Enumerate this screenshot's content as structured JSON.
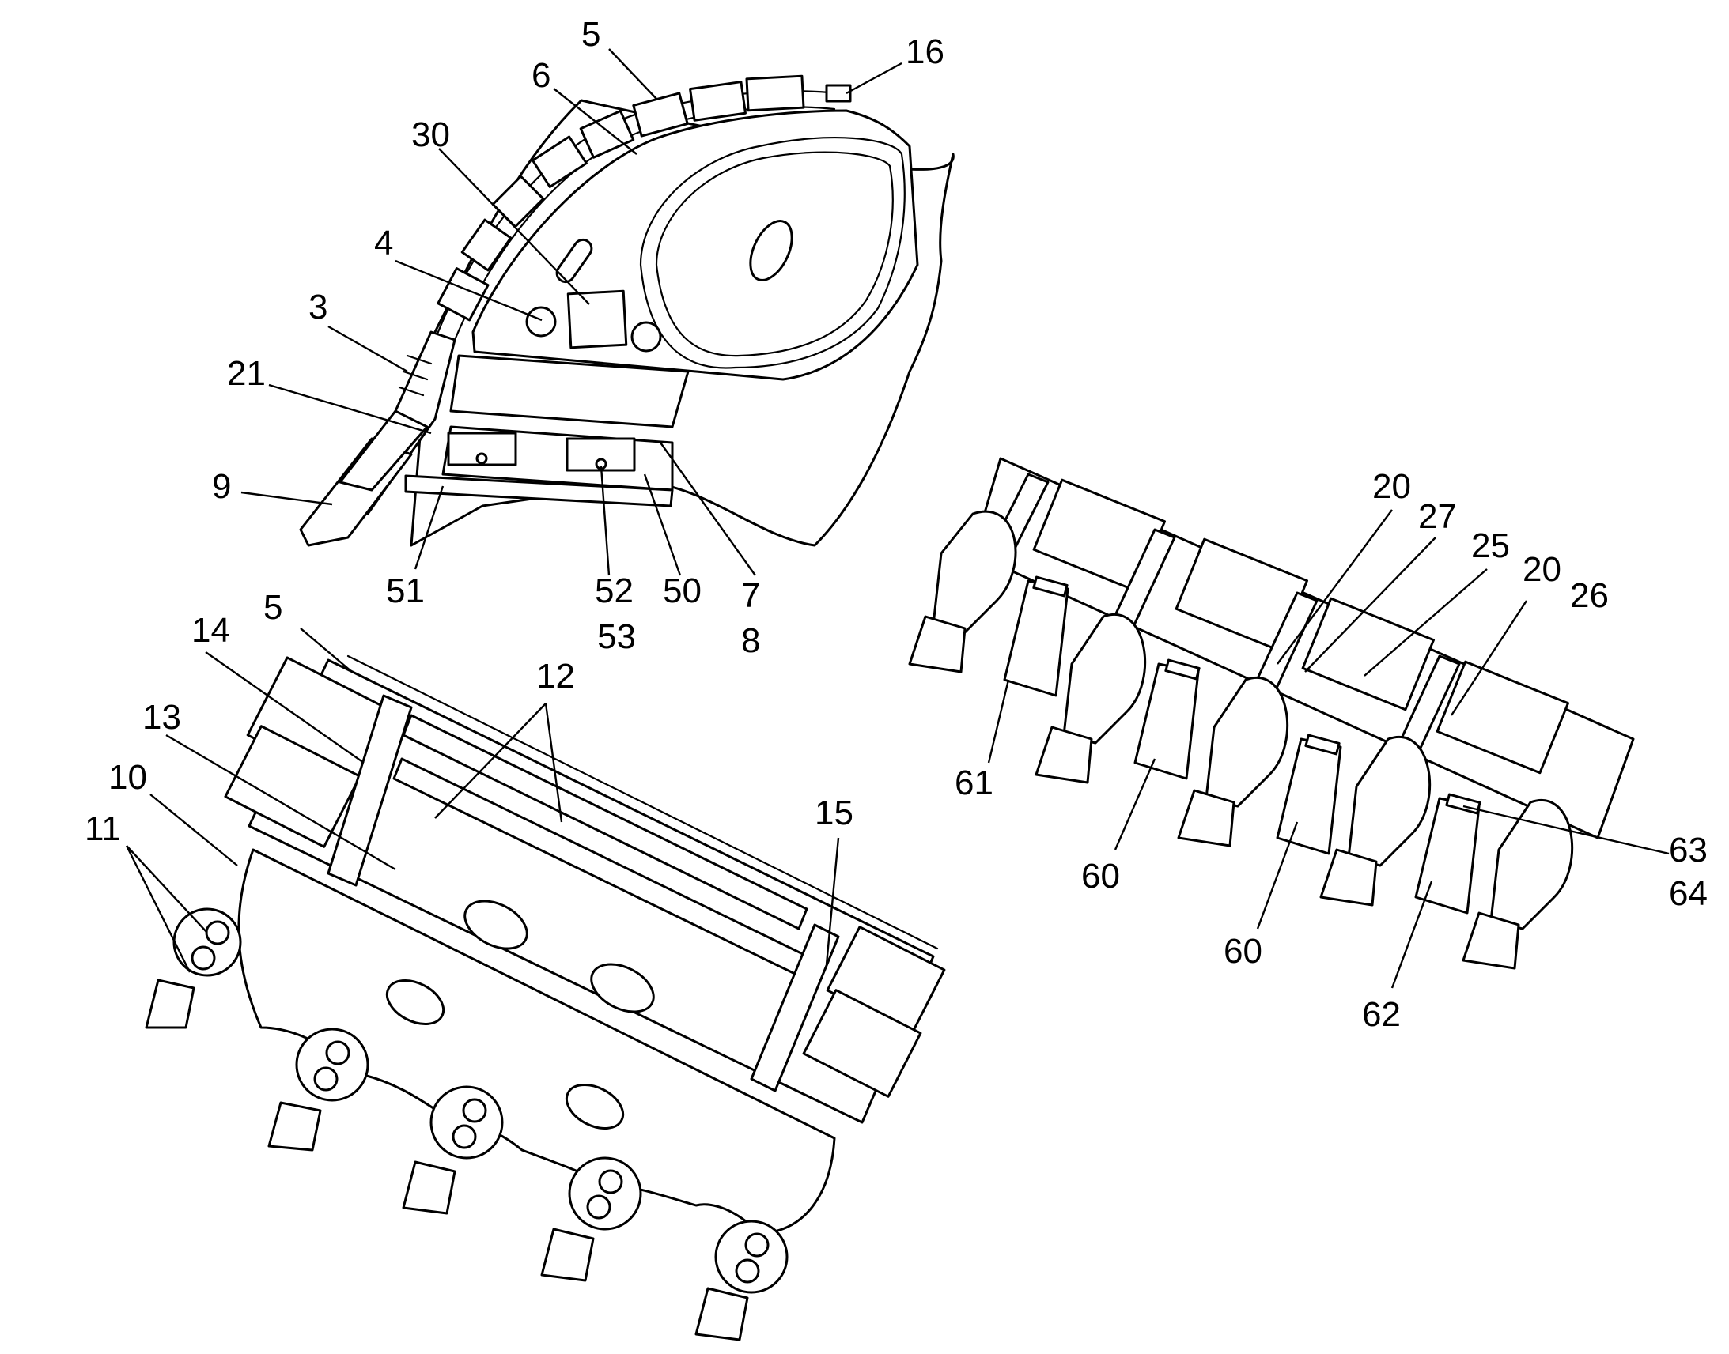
{
  "labels": {
    "fig_a_5": "5",
    "fig_a_16": "16",
    "fig_a_6": "6",
    "fig_a_30": "30",
    "fig_a_4": "4",
    "fig_a_3": "3",
    "fig_a_21": "21",
    "fig_a_9": "9",
    "fig_a_51": "51",
    "fig_a_52": "52",
    "fig_a_53": "53",
    "fig_a_50": "50",
    "fig_a_7": "7",
    "fig_a_8": "8",
    "fig_b_5": "5",
    "fig_b_14": "14",
    "fig_b_13": "13",
    "fig_b_12": "12",
    "fig_b_10": "10",
    "fig_b_11": "11",
    "fig_b_15": "15",
    "fig_c_20a": "20",
    "fig_c_27": "27",
    "fig_c_25": "25",
    "fig_c_20b": "20",
    "fig_c_26": "26",
    "fig_c_61": "61",
    "fig_c_60a": "60",
    "fig_c_60b": "60",
    "fig_c_62": "62",
    "fig_c_63": "63",
    "fig_c_64": "64"
  }
}
